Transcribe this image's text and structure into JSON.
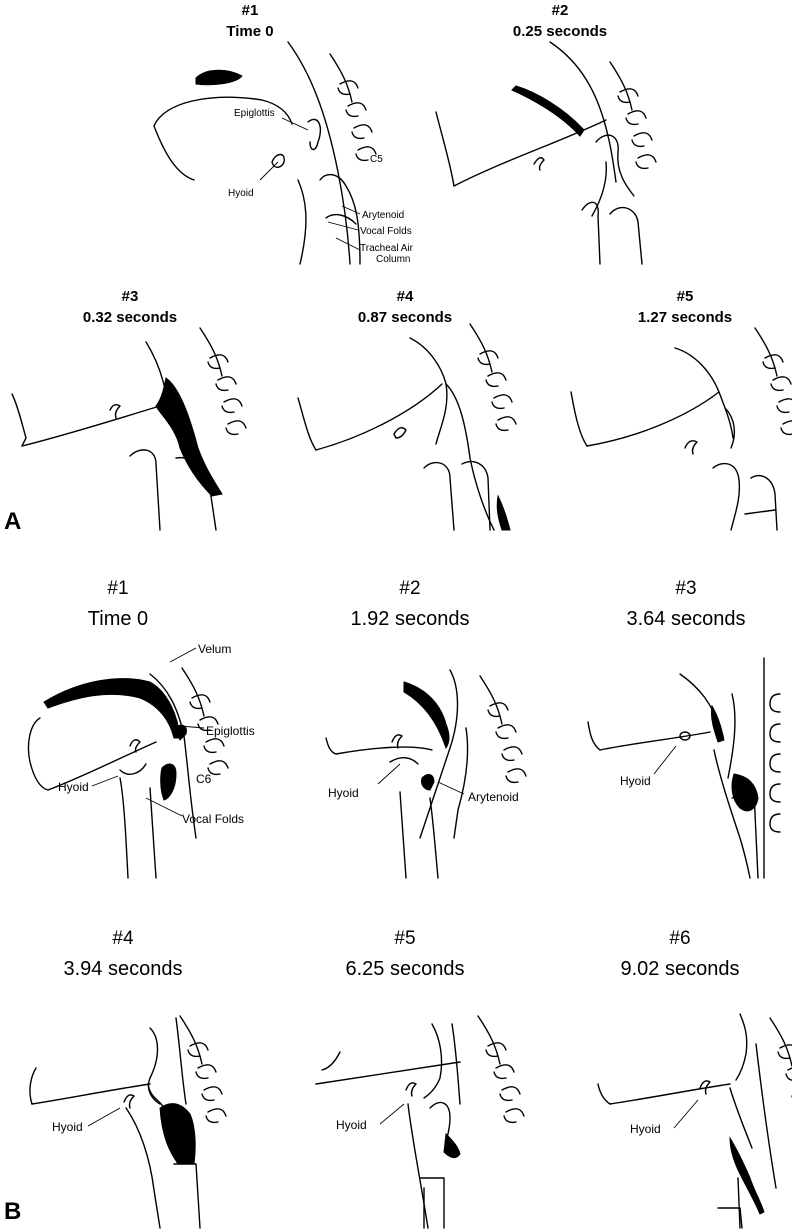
{
  "panel_a": {
    "letter": "A",
    "frames": [
      {
        "number": "#1",
        "time": "Time 0",
        "labels": {
          "epiglottis": "Epiglottis",
          "hyoid": "Hyoid",
          "c5": "C5",
          "arytenoid": "Arytenoid",
          "vocal_folds": "Vocal Folds",
          "tracheal_1": "Tracheal Air",
          "tracheal_2": "Column"
        }
      },
      {
        "number": "#2",
        "time": "0.25 seconds"
      },
      {
        "number": "#3",
        "time": "0.32 seconds"
      },
      {
        "number": "#4",
        "time": "0.87 seconds"
      },
      {
        "number": "#5",
        "time": "1.27 seconds"
      }
    ]
  },
  "panel_b": {
    "letter": "B",
    "frames": [
      {
        "number": "#1",
        "time": "Time 0",
        "labels": {
          "velum": "Velum",
          "epiglottis": "Epiglottis",
          "hyoid": "Hyoid",
          "c6": "C6",
          "vocal_folds": "Vocal Folds"
        }
      },
      {
        "number": "#2",
        "time": "1.92 seconds",
        "labels": {
          "hyoid": "Hyoid",
          "arytenoid": "Arytenoid"
        }
      },
      {
        "number": "#3",
        "time": "3.64 seconds",
        "labels": {
          "hyoid": "Hyoid"
        }
      },
      {
        "number": "#4",
        "time": "3.94 seconds",
        "labels": {
          "hyoid": "Hyoid"
        }
      },
      {
        "number": "#5",
        "time": "6.25 seconds",
        "labels": {
          "hyoid": "Hyoid"
        }
      },
      {
        "number": "#6",
        "time": "9.02 seconds",
        "labels": {
          "hyoid": "Hyoid"
        }
      }
    ]
  },
  "colors": {
    "ink": "#000000",
    "background": "#ffffff"
  }
}
